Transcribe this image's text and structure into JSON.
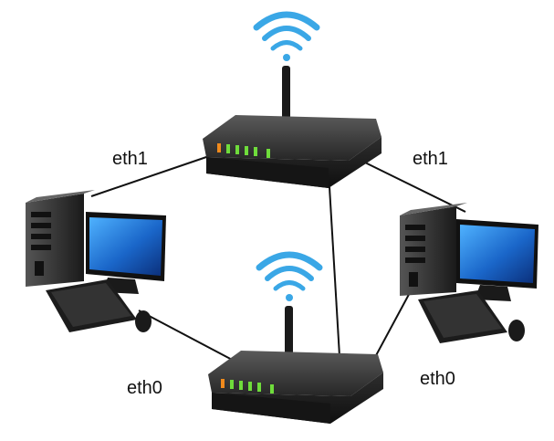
{
  "labels": {
    "top_left": "eth1",
    "top_right": "eth1",
    "bottom_left": "eth0",
    "bottom_right": "eth0"
  },
  "colors": {
    "line": "#111111",
    "router_body": "#1e1e1e",
    "router_top": "#3a3a3a",
    "wifi": "#3aa7e6",
    "led_green": "#6fdc3b",
    "led_orange": "#f08a1c",
    "monitor_screen": "#1a66c9",
    "tower": "#2b2b2b"
  },
  "icons": [
    "wifi-icon",
    "router-icon",
    "computer-icon"
  ]
}
